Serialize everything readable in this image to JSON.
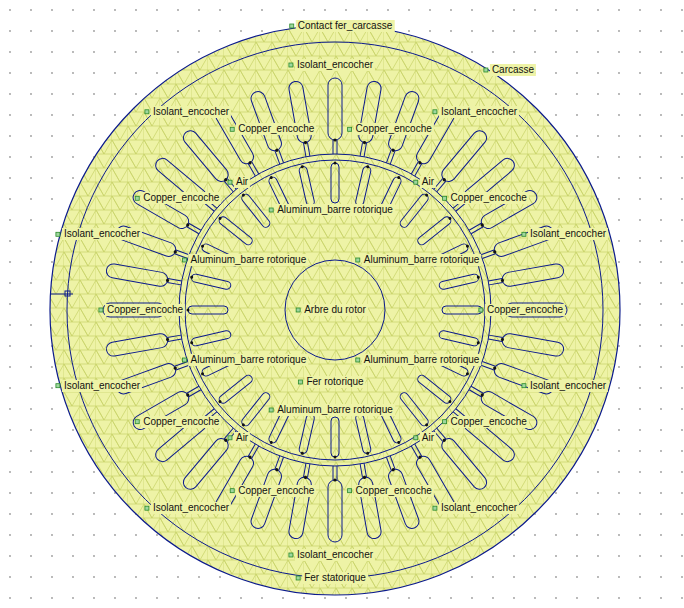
{
  "diagram": {
    "labels": [
      "Contact fer_carcasse",
      "Carcasse",
      "Copper_encoche",
      "Isolant_encocher",
      "Copper_encoche",
      "Isolant_encocher",
      "Copper_encoche",
      "Isolant_encocher",
      "Copper_encoche",
      "Isolant_encocher",
      "Copper_encoche",
      "Isolant_encocher",
      "Copper_encoche",
      "Isolant_encocher",
      "Copper_encoche",
      "Isolant_encocher",
      "Copper_encoche",
      "Isolant_encocher",
      "Copper_encoche",
      "Isolant_encocher",
      "Copper_encoche",
      "Isolant_encocher",
      "Air",
      "Air",
      "Air",
      "Air",
      "Aluminum_barre rotorique",
      "Aluminum_barre rotorique",
      "Aluminum_barre rotorique",
      "Aluminum_barre rotorique",
      "Aluminum_barre rotorique",
      "Aluminum_barre rotorique",
      "Arbre du rotor",
      "Fer rotorique",
      "Fer statorique"
    ]
  }
}
